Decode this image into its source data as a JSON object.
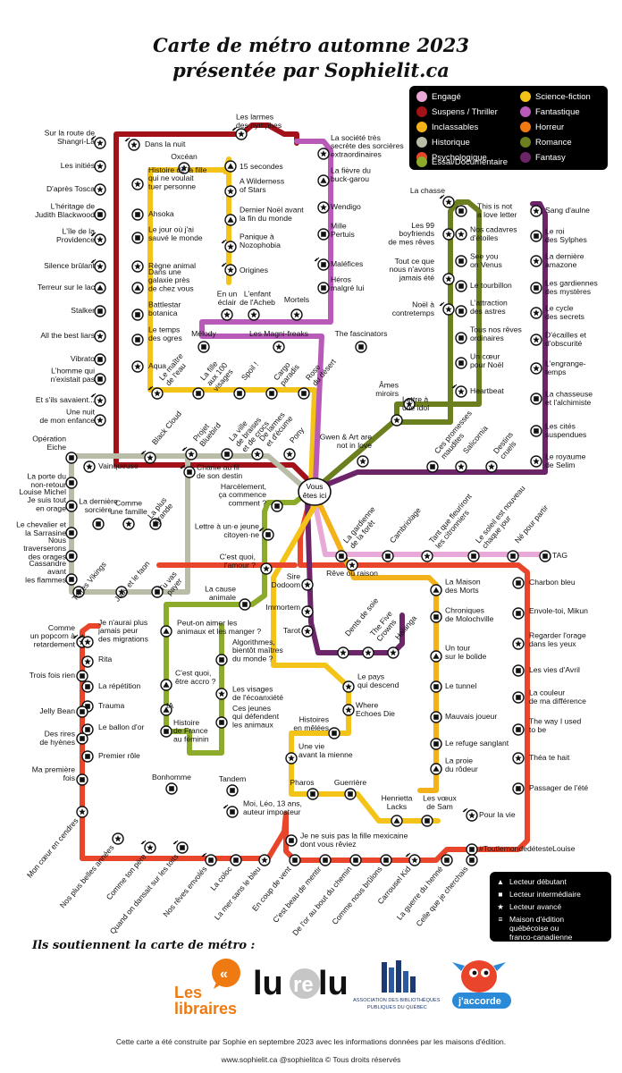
{
  "title": {
    "line1": "Carte de métro automne 2023",
    "line2": "présentée par Sophielit.ca"
  },
  "legend": [
    {
      "label": "Engagé",
      "color": "#e8a9d8"
    },
    {
      "label": "Science-fiction",
      "color": "#f3c318"
    },
    {
      "label": "Suspens / Thriller",
      "color": "#a31218"
    },
    {
      "label": "Fantastique",
      "color": "#b85ab8"
    },
    {
      "label": "Inclassables",
      "color": "#f3b21a"
    },
    {
      "label": "Horreur",
      "color": "#ee7a11"
    },
    {
      "label": "Historique",
      "color": "#b9bca6"
    },
    {
      "label": "Romance",
      "color": "#6b7f1e"
    },
    {
      "label": "Psychologique",
      "color": "#e8452a"
    },
    {
      "label": "Fantasy",
      "color": "#6b2568"
    },
    {
      "label": "Essai/Documentaire",
      "color": "#8dab2a"
    }
  ],
  "center": {
    "line1": "Vous",
    "line2": "êtes ici"
  },
  "stations": [
    {
      "label": "Sur la route de\nShangri-La"
    },
    {
      "label": "Les initiés"
    },
    {
      "label": "D'après Tosca"
    },
    {
      "label": "L'héritage de\nJudith Blackwood"
    },
    {
      "label": "L'île de la\nProvidence"
    },
    {
      "label": "Silence brûlant"
    },
    {
      "label": "Terreur sur le lac"
    },
    {
      "label": "Stalker"
    },
    {
      "label": "All the best liars"
    },
    {
      "label": "Vibrato"
    },
    {
      "label": "L'homme qui\nn'existait pas"
    },
    {
      "label": "Et s'ils savaient..."
    },
    {
      "label": "Une nuit\nde mon enfance"
    },
    {
      "label": "Dans la nuit"
    },
    {
      "label": "Les larmes\ndes nymphes"
    },
    {
      "label": "Oxcéan"
    },
    {
      "label": "15 secondes"
    },
    {
      "label": "Histoire de la fille\nqui ne voulait\ntuer personne"
    },
    {
      "label": "A Wilderness\nof Stars"
    },
    {
      "label": "Ahsoka"
    },
    {
      "label": "Dernier Noël avant\nla fin du monde"
    },
    {
      "label": "Le jour où j'ai\nsauvé le monde"
    },
    {
      "label": "Panique à\nNozophobia"
    },
    {
      "label": "Règne animal"
    },
    {
      "label": "Origines"
    },
    {
      "label": "Dans une\ngalaxie près\nde chez vous"
    },
    {
      "label": "Battlestar\nbotanica"
    },
    {
      "label": "Le temps\ndes ogres"
    },
    {
      "label": "Aqua"
    },
    {
      "label": "La société très\nsecrète des sorcières\nextraordinaires"
    },
    {
      "label": "La fièvre du\nbuck-garou"
    },
    {
      "label": "Wendigo"
    },
    {
      "label": "Mille\nPertuis"
    },
    {
      "label": "Maléfices"
    },
    {
      "label": "Héros\nmalgré lui"
    },
    {
      "label": "Mortels"
    },
    {
      "label": "L'enfant\nde l'Acheb"
    },
    {
      "label": "En un\néclair"
    },
    {
      "label": "Mélody"
    },
    {
      "label": "Les Magni-freaks"
    },
    {
      "label": "The fascinators"
    },
    {
      "label": "Le maître\nde l'eau"
    },
    {
      "label": "La fille\naux 100\nvisages"
    },
    {
      "label": "Spoil !"
    },
    {
      "label": "Cargo\nparadis"
    },
    {
      "label": "Rose\ndu désert"
    },
    {
      "label": "La chasse"
    },
    {
      "label": "This is not\na love letter"
    },
    {
      "label": "Les 99\nboyfriends\nde mes rêves"
    },
    {
      "label": "Nos cadavres\nd'étoiles"
    },
    {
      "label": "See you\non Venus"
    },
    {
      "label": "Tout ce que\nnous n'avons\njamais été"
    },
    {
      "label": "Le tourbillon"
    },
    {
      "label": "Noël à\ncontretemps"
    },
    {
      "label": "L'attraction\ndes astres"
    },
    {
      "label": "Tous nos rêves\nordinaires"
    },
    {
      "label": "Un cœur\npour Noël"
    },
    {
      "label": "Heartbeat"
    },
    {
      "label": "Âmes\nmiroirs"
    },
    {
      "label": "Lettre à\nune idol"
    },
    {
      "label": "Gwen & Art are\nnot in love"
    },
    {
      "label": "Sang d'aulne"
    },
    {
      "label": "Le roi\ndes Sylphes"
    },
    {
      "label": "La dernière\namazone"
    },
    {
      "label": "Les gardiennes\ndes mystères"
    },
    {
      "label": "Le cycle\ndes secrets"
    },
    {
      "label": "D'écailles et\nd'obscurité"
    },
    {
      "label": "L'engrange-\ntemps"
    },
    {
      "label": "La chasseuse\net l'alchimiste"
    },
    {
      "label": "Les cités\nsuspendues"
    },
    {
      "label": "Le royaume\nde Selim"
    },
    {
      "label": "Ces promesses\nmaudites"
    },
    {
      "label": "Salicornia"
    },
    {
      "label": "Destins\ncruels"
    },
    {
      "label": "Black Cloud"
    },
    {
      "label": "Projet\nBluebird"
    },
    {
      "label": "La ville\nde braises\net de crocs"
    },
    {
      "label": "De larmes\net d'écume"
    },
    {
      "label": "Pony"
    },
    {
      "label": "Opération\nEiche"
    },
    {
      "label": "Vainqueuse"
    },
    {
      "label": "Charlie au fil\nde son destin"
    },
    {
      "label": "La porte du\nnon-retour"
    },
    {
      "label": "Louise Michel\nJe suis tout\nen orage"
    },
    {
      "label": "La dernière\nsorcière"
    },
    {
      "label": "Comme\nune famille"
    },
    {
      "label": "La plus\ngrande"
    },
    {
      "label": "Le chevalier et\nla Sarrasine"
    },
    {
      "label": "Nous\ntraverserons\ndes orages"
    },
    {
      "label": "Terres Vikings"
    },
    {
      "label": "Jody et le faon"
    },
    {
      "label": "Tu vas\npayer"
    },
    {
      "label": "Cassandre\navant\nles flammes"
    },
    {
      "label": "Harcèlement,\nça commence\ncomment ?"
    },
    {
      "label": "Lettre à un·e jeune\ncitoyen·ne"
    },
    {
      "label": "C'est quoi,\nl'amour ?"
    },
    {
      "label": "La cause\nanimale"
    },
    {
      "label": "Peut-on aimer les\nanimaux et les manger ?"
    },
    {
      "label": "Algorithmes,\nbientôt maîtres\ndu monde ?"
    },
    {
      "label": "C'est quoi,\nêtre accro ?"
    },
    {
      "label": "Les visages\nde l'écoanxiété"
    },
    {
      "label": "IA"
    },
    {
      "label": "Ces jeunes\nqui défendent\nles animaux"
    },
    {
      "label": "Histoire\nde France\nau féminin"
    },
    {
      "label": "La gardienne\nde la forêt"
    },
    {
      "label": "Cambriolage"
    },
    {
      "label": "Tant que fleuriront\nles citronniers"
    },
    {
      "label": "Le soleil est nouveau\nchaque jour"
    },
    {
      "label": "Né pour partir"
    },
    {
      "label": "TAG"
    },
    {
      "label": "Rêve ou raison"
    },
    {
      "label": "Sire\nDodoom"
    },
    {
      "label": "Immortem"
    },
    {
      "label": "Tarot"
    },
    {
      "label": "Dents de soie"
    },
    {
      "label": "The Five\nCrowns"
    },
    {
      "label": "Halanga"
    },
    {
      "label": "La Maison\ndes Morts"
    },
    {
      "label": "Chroniques\nde Molochville"
    },
    {
      "label": "Un tour\nsur le bolide"
    },
    {
      "label": "Le tunnel"
    },
    {
      "label": "Mauvais joueur"
    },
    {
      "label": "Le refuge sanglant"
    },
    {
      "label": "La proie\ndu rôdeur"
    },
    {
      "label": "Le pays\nqui descend"
    },
    {
      "label": "Where\nEchoes Die"
    },
    {
      "label": "Histoires\nen mêlées"
    },
    {
      "label": "Une vie\navant la mienne"
    },
    {
      "label": "Pharos"
    },
    {
      "label": "Guerrière"
    },
    {
      "label": "Henrietta\nLacks"
    },
    {
      "label": "Les vœux\nde Sam"
    },
    {
      "label": "Charbon bleu"
    },
    {
      "label": "Envole-toi, Mikun"
    },
    {
      "label": "Regarder l'orage\ndans les yeux"
    },
    {
      "label": "Les vies d'Avril"
    },
    {
      "label": "La couleur\nde ma différence"
    },
    {
      "label": "The way I used\nto be"
    },
    {
      "label": "Théa te hait"
    },
    {
      "label": "Passager de l'été"
    },
    {
      "label": "Pour la vie"
    },
    {
      "label": "#ToutlemondedétesteLouise"
    },
    {
      "label": "Comme\nun popcorn à\nretardement"
    },
    {
      "label": "Je n'aurai plus\njamais peur\ndes migrations"
    },
    {
      "label": "Rita"
    },
    {
      "label": "Trois fois rien"
    },
    {
      "label": "La répétition"
    },
    {
      "label": "Trauma"
    },
    {
      "label": "Jelly Bean"
    },
    {
      "label": "Le ballon d'or"
    },
    {
      "label": "Des rires\nde hyènes"
    },
    {
      "label": "Premier rôle"
    },
    {
      "label": "Ma première\nfois"
    },
    {
      "label": "Bonhomme"
    },
    {
      "label": "Tandem"
    },
    {
      "label": "Moi, Léo, 13 ans,\nauteur imposteur"
    },
    {
      "label": "Je ne suis pas la fille mexicaine\ndont vous rêviez"
    },
    {
      "label": "Mon cœur en cendres"
    },
    {
      "label": "Nos plus belles années"
    },
    {
      "label": "Comme ton père"
    },
    {
      "label": "Quand on dansait sur les toits"
    },
    {
      "label": "Nos rêves envolés"
    },
    {
      "label": "La coloc"
    },
    {
      "label": "La mer sans le bleu"
    },
    {
      "label": "En coup de vent"
    },
    {
      "label": "C'est beau de mentir"
    },
    {
      "label": "De l'or au bout du chemin"
    },
    {
      "label": "Comme nous brûlons"
    },
    {
      "label": "Carrousel Kid"
    },
    {
      "label": "La guerre du henné"
    },
    {
      "label": "Celle que je cherchais"
    }
  ],
  "key": [
    {
      "symbol": "triangle",
      "label": "Lecteur débutant"
    },
    {
      "symbol": "square",
      "label": "Lecteur intermédiaire"
    },
    {
      "symbol": "star",
      "label": "Lecteur avancé"
    },
    {
      "symbol": "stripes",
      "label": "Maison d'édition\nquébécoise ou\nfranco-canadienne"
    }
  ],
  "sponsors": {
    "title": "Ils soutiennent la carte de métro :",
    "libraires_line1": "Les",
    "libraires_line2": "libraires",
    "lurelu_a": "lu",
    "lurelu_b": "re",
    "lurelu_c": "lu",
    "abpq_line1": "ASSOCIATION DES BIBLIOTHÈQUES",
    "abpq_line2": "PUBLIQUES DU QUÉBEC",
    "jaccorde": "j'accorde"
  },
  "footer": {
    "line1": "Cette carte a été construite par Sophie en septembre 2023 avec les informations données par les maisons d'édition.",
    "line2": "www.sophielit.ca     @sophielitca     © Tous droits réservés"
  }
}
